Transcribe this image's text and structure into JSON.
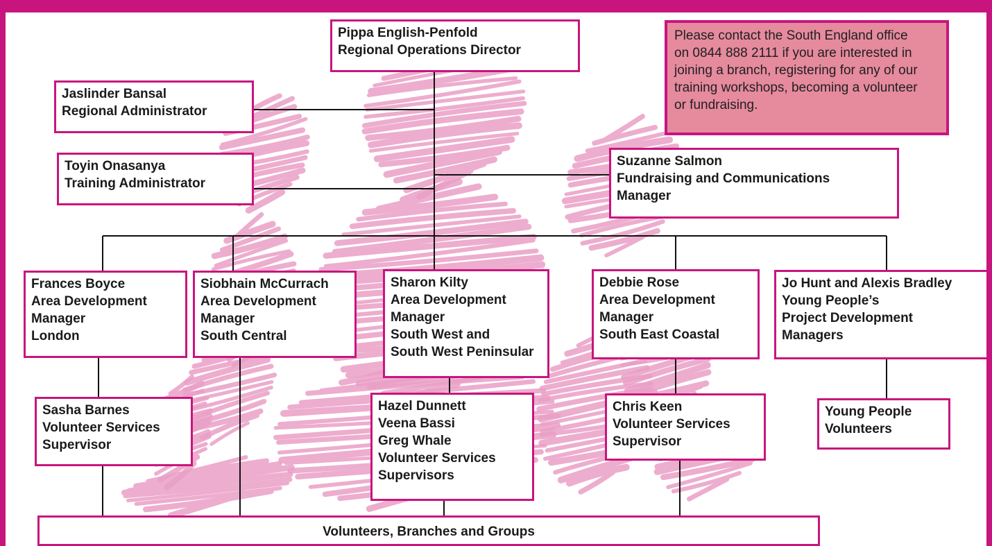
{
  "colors": {
    "frame": "#c8157e",
    "node_border": "#c8157e",
    "note_fill": "#e68a9e",
    "scribble": "#ea9fc6",
    "line": "#111111"
  },
  "notice": {
    "lines": [
      "Please contact the South England office",
      "on 0844 888 2111 if you are interested in",
      "joining a branch, registering for any of our",
      "training workshops, becoming a volunteer",
      "or fundraising."
    ]
  },
  "nodes": {
    "director": {
      "lines": [
        "Pippa English-Penfold",
        "Regional Operations Director"
      ]
    },
    "regional_admin": {
      "lines": [
        "Jaslinder Bansal",
        "Regional Administrator"
      ]
    },
    "training_admin": {
      "lines": [
        "Toyin Onasanya",
        "Training Administrator"
      ]
    },
    "fundraising": {
      "lines": [
        "Suzanne Salmon",
        "Fundraising and Communications",
        "Manager"
      ]
    },
    "adm_london": {
      "lines": [
        "Frances Boyce",
        "Area Development",
        "Manager",
        "London"
      ]
    },
    "adm_south_central": {
      "lines": [
        "Siobhain McCurrach",
        "Area Development",
        "Manager",
        "South Central"
      ]
    },
    "adm_south_west": {
      "lines": [
        "Sharon Kilty",
        "Area Development",
        "Manager",
        "South West and",
        "South West Peninsular"
      ]
    },
    "adm_south_east": {
      "lines": [
        "Debbie Rose",
        "Area Development",
        "Manager",
        "South East Coastal"
      ]
    },
    "young_people_managers": {
      "lines": [
        "Jo Hunt and Alexis Bradley",
        "Young People’s",
        "Project Development",
        "Managers"
      ]
    },
    "vss_london": {
      "lines": [
        "Sasha Barnes",
        "Volunteer Services",
        "Supervisor"
      ]
    },
    "vss_south_west": {
      "lines": [
        "Hazel Dunnett",
        "Veena Bassi",
        "Greg Whale",
        "Volunteer Services",
        "Supervisors"
      ]
    },
    "vss_south_east": {
      "lines": [
        "Chris Keen",
        "Volunteer Services",
        "Supervisor"
      ]
    },
    "young_people_volunteers": {
      "lines": [
        "Young People",
        "Volunteers"
      ]
    },
    "volunteers": {
      "lines": [
        "Volunteers, Branches and Groups"
      ]
    }
  }
}
